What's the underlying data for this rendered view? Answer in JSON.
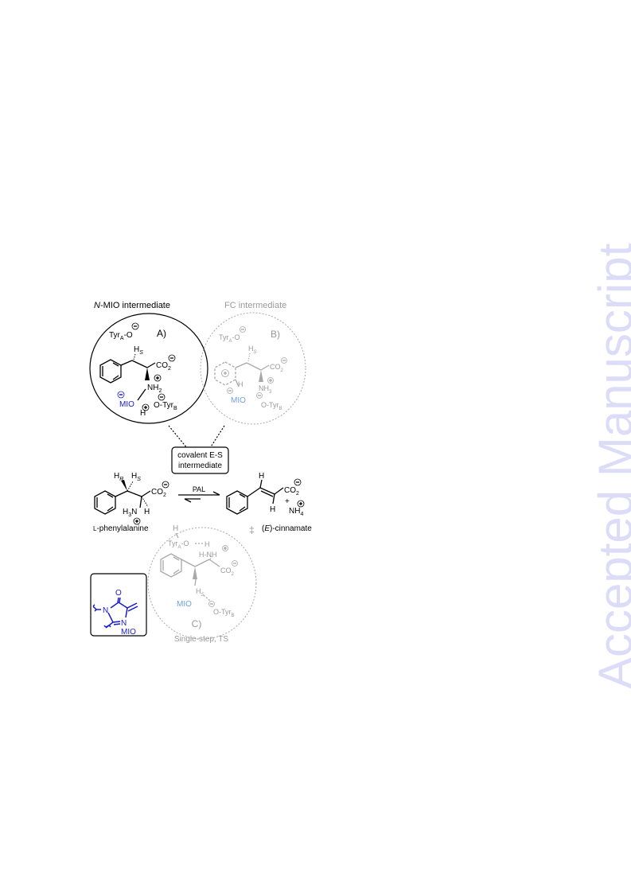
{
  "watermark": "Accepted Manuscript",
  "labels": {
    "nmio_title_italic": "N",
    "nmio_title_rest": "-MIO intermediate",
    "fc_title": "FC intermediate",
    "panel_a": "A)",
    "panel_b": "B)",
    "panel_c": "C)",
    "covalent_line1": "covalent E-S",
    "covalent_line2": "intermediate",
    "pal": "PAL",
    "l_prefix": "L",
    "l_rest": "-phenylalanine",
    "cinnamate_pre": "(",
    "cinnamate_e": "E",
    "cinnamate_post": ")-cinnamate",
    "single_step": "Single-step, TS",
    "mio": "MIO",
    "dagger": "‡"
  },
  "atoms": {
    "tyr": "Tyr",
    "sub_a": "A",
    "sub_b": "B",
    "o_minus": "-O",
    "o_tyr": "O-Tyr",
    "h": "H",
    "hs_main": "H",
    "sub_s": "S",
    "hr_main": "H",
    "sub_r": "R",
    "co2": "CO",
    "sub_2": "2",
    "nh2": "NH",
    "nh3": "NH",
    "sub_3": "3",
    "h3n": "H",
    "h3n_n": "N",
    "nh4": "NH",
    "sub_4": "4",
    "o_atom": "O",
    "n_atom": "N",
    "hnh": "H-NH",
    "plus": "+"
  },
  "colors": {
    "black": "#000000",
    "grey": "#9a9a9a",
    "blue": "#1a1ad0",
    "light_blue": "#6f9fd8",
    "watermark": "#dcdcf8"
  }
}
